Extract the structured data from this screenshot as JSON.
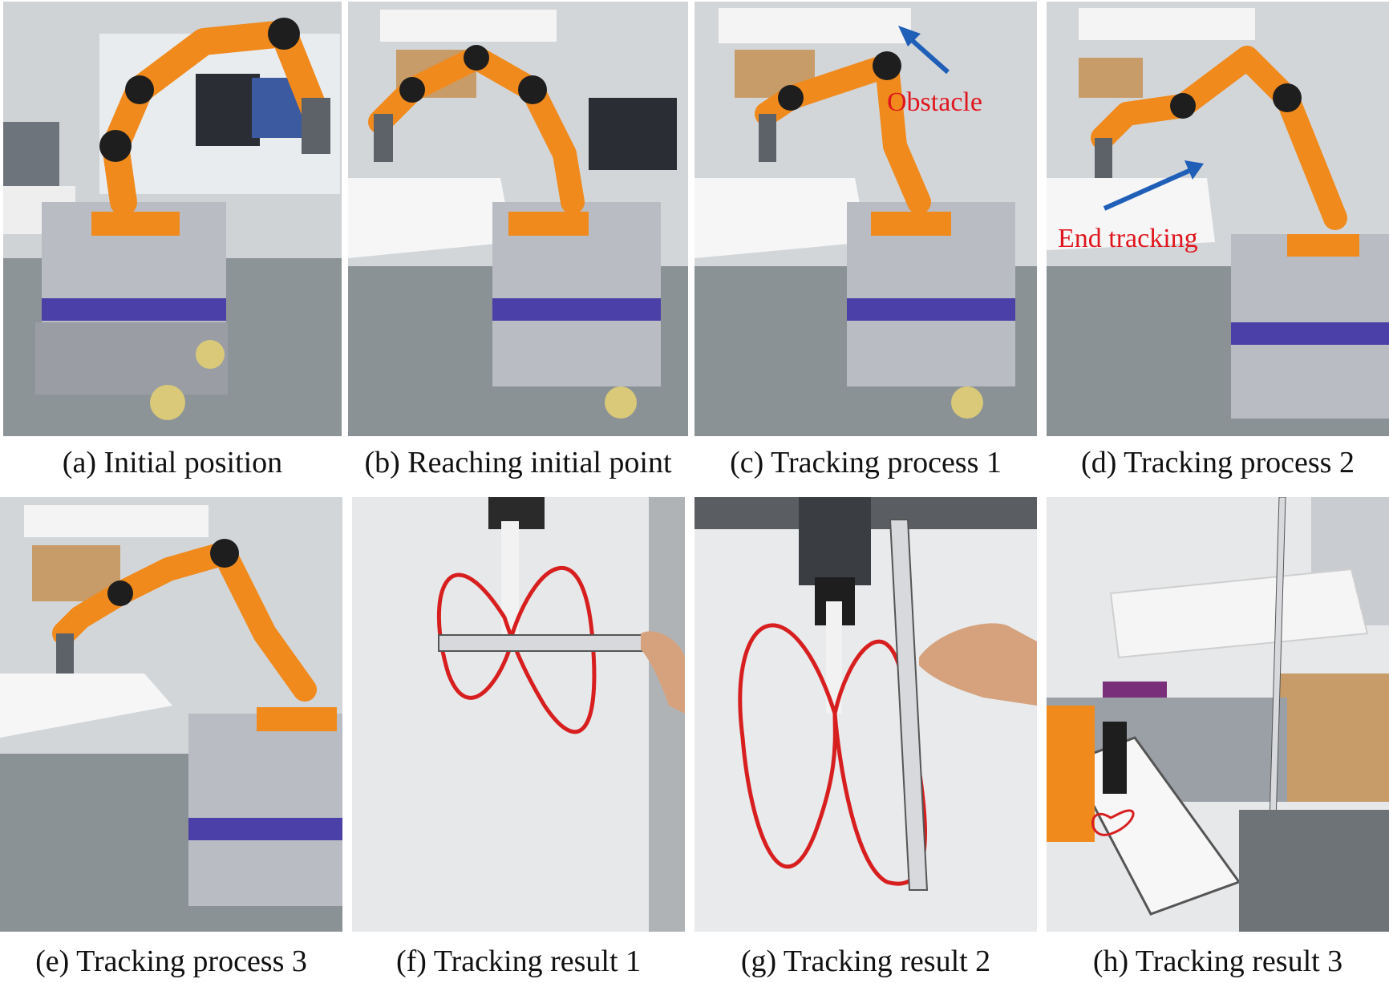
{
  "panels": [
    {
      "caption": "(a) Initial position"
    },
    {
      "caption": "(b) Reaching initial point"
    },
    {
      "caption": "(c) Tracking process 1",
      "annotation": "Obstacle"
    },
    {
      "caption": "(d) Tracking process 2",
      "annotation": "End tracking"
    },
    {
      "caption": "(e) Tracking process 3"
    },
    {
      "caption": "(f) Tracking result 1"
    },
    {
      "caption": "(g) Tracking result 2"
    },
    {
      "caption": "(h) Tracking result 3"
    }
  ],
  "colors": {
    "robot_arm": "#f08a1c",
    "robot_joint": "#1e1e1e",
    "mobile_base": "#b9bcc2",
    "base_stripe": "#4b3fa8",
    "annotation_text": "#e0161e",
    "annotation_arrow": "#1f5fb8",
    "trajectory": "#d81f1f"
  },
  "icons": [
    "arrow-icon"
  ]
}
